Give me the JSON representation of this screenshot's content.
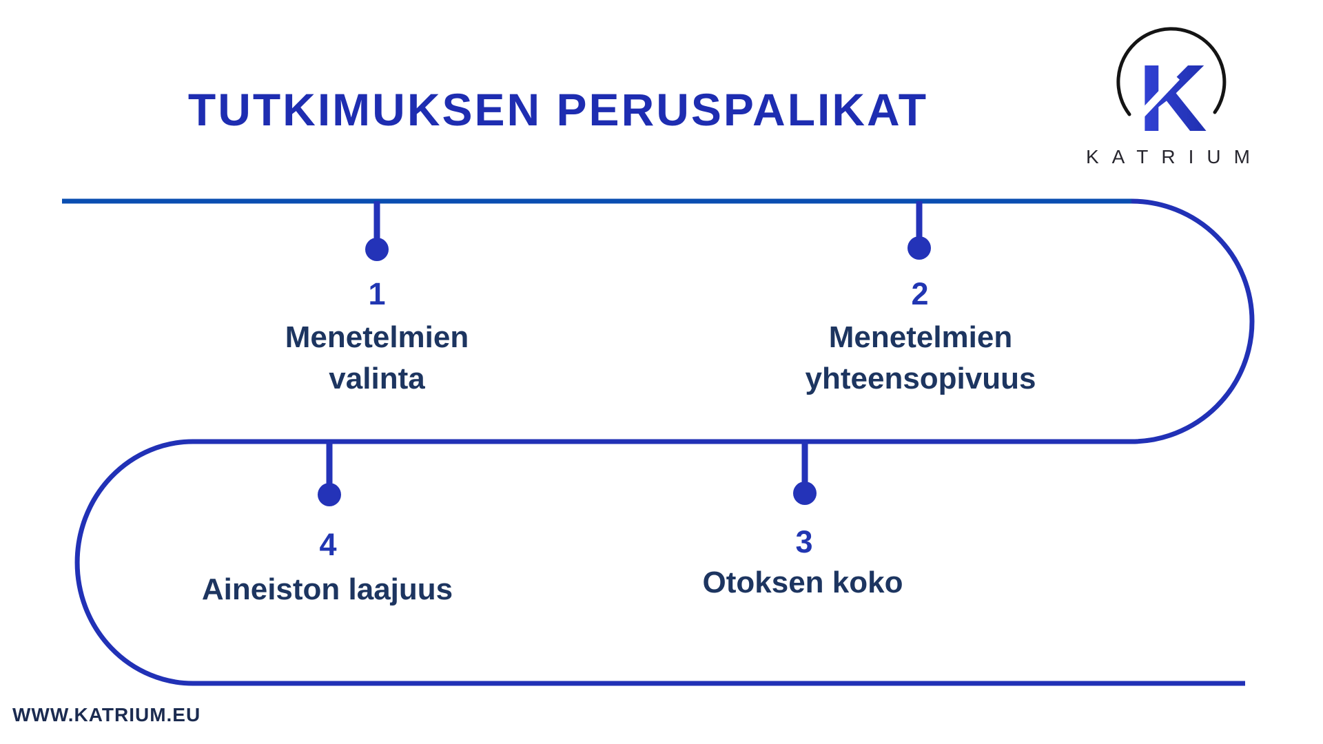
{
  "title": "TUTKIMUKSEN PERUSPALIKAT",
  "logo": {
    "monogram": "K",
    "wordmark": "KATRIUM"
  },
  "footer": {
    "url": "WWW.KATRIUM.EU"
  },
  "nodes": [
    {
      "number": "1",
      "label_line1": "Menetelmien",
      "label_line2": "valinta"
    },
    {
      "number": "2",
      "label_line1": "Menetelmien",
      "label_line2": "yhteensopivuus"
    },
    {
      "number": "3",
      "label_line1": "Otoksen koko"
    },
    {
      "number": "4",
      "label_line1": "Aineiston laajuus"
    }
  ],
  "colors": {
    "title_blue": "#1e2db1",
    "line_azure": "#0a4eb1",
    "line_indigo": "#2131b6",
    "node_blue": "#2433b8",
    "number_blue": "#2136b2",
    "label_navy": "#1d3560",
    "footer_navy": "#1b2b50",
    "logo_arc_black": "#141414",
    "logo_k_start": "#3242d6",
    "logo_k_end": "#2030b0",
    "wordmark_dark": "#27262e"
  }
}
